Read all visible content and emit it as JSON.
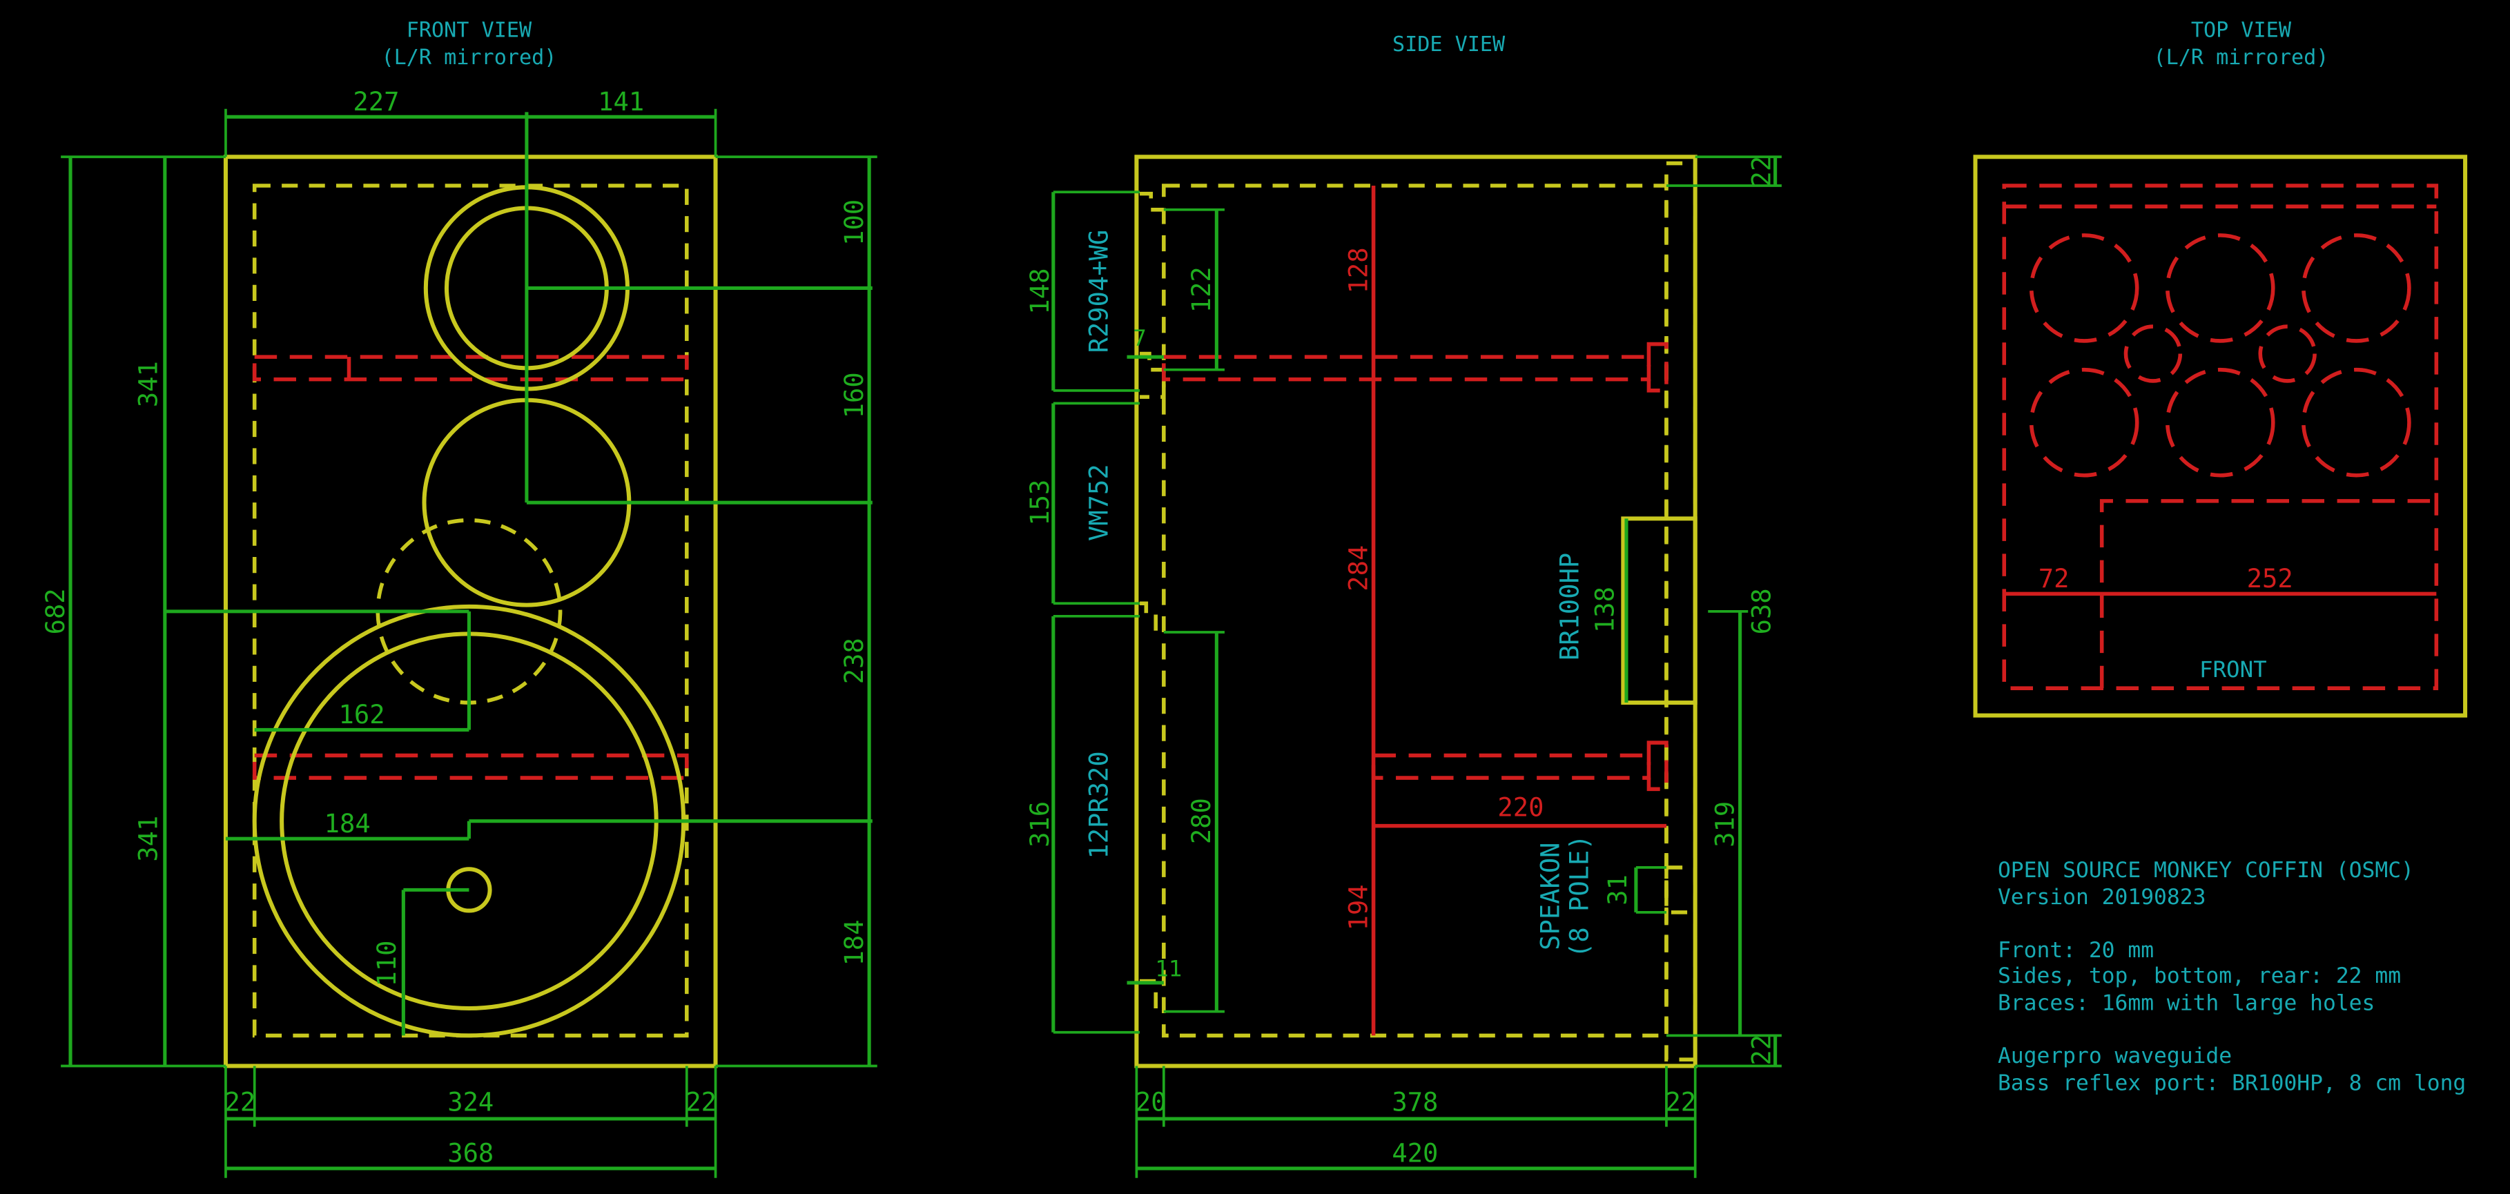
{
  "views": {
    "front": {
      "title": "FRONT VIEW",
      "subtitle": "(L/R mirrored)"
    },
    "side": {
      "title": "SIDE VIEW"
    },
    "top": {
      "title": "TOP VIEW",
      "subtitle": "(L/R mirrored)"
    }
  },
  "front_dims": {
    "d227": "227",
    "d141": "141",
    "d682": "682",
    "d341a": "341",
    "d341b": "341",
    "d100": "100",
    "d160": "160",
    "d238": "238",
    "d184r": "184",
    "d162": "162",
    "d184": "184",
    "d110": "110",
    "d22l": "22",
    "d324": "324",
    "d22r": "22",
    "d368": "368"
  },
  "side_dims": {
    "d148": "148",
    "d122": "122",
    "d153": "153",
    "d316": "316",
    "d280": "280",
    "d7": "7",
    "d11": "11",
    "d22t": "22",
    "d638": "638",
    "d22b": "22",
    "d319": "319",
    "d31": "31",
    "d138": "138",
    "d20": "20",
    "d378": "378",
    "d22r": "22",
    "d420": "420"
  },
  "side_labels": {
    "tweeter": "R2904+WG",
    "mid": "VM752",
    "passive": "12PR320",
    "port": "BR100HP",
    "speakon_1": "SPEAKON",
    "speakon_2": "(8 POLE)"
  },
  "side_brace_dims": {
    "d128": "128",
    "d284": "284",
    "d194": "194",
    "d220": "220"
  },
  "top_dims": {
    "d72": "72",
    "d252": "252",
    "front_label": "FRONT"
  },
  "notes": {
    "title": "OPEN SOURCE MONKEY COFFIN (OSMC)",
    "version": "Version 20190823",
    "line1": "Front: 20 mm",
    "line2": "Sides, top, bottom, rear: 22 mm",
    "line3": "Braces: 16mm with large holes",
    "line4": "Augerpro waveguide",
    "line5": "Bass reflex port: BR100HP, 8 cm long"
  },
  "colors": {
    "background": "#000000",
    "geometry": "#c8c81e",
    "brace": "#d21e1e",
    "dimension": "#1ea81e",
    "annotation": "#18aab3"
  }
}
